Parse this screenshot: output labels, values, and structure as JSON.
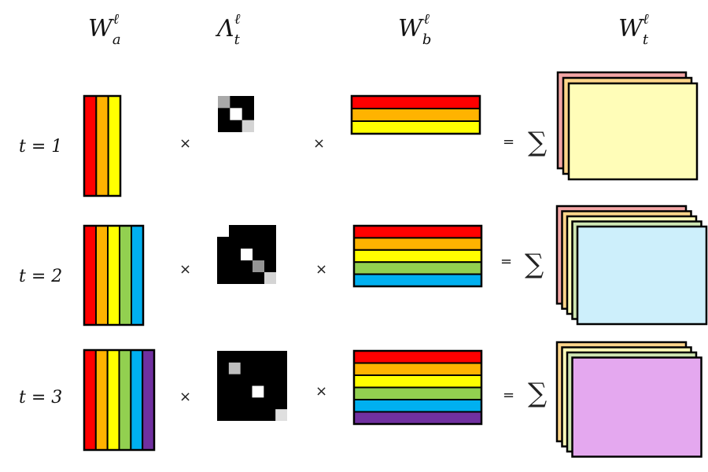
{
  "headers": [
    {
      "base": "W",
      "sub": "a",
      "sup": "ℓ"
    },
    {
      "base": "Λ",
      "sub": "t",
      "sup": "ℓ"
    },
    {
      "base": "W",
      "sub": "b",
      "sup": "ℓ"
    },
    {
      "base": "W",
      "sub": "t",
      "sup": "ℓ"
    }
  ],
  "operators": {
    "times": "×",
    "equals": "=",
    "sum": "∑"
  },
  "colors": {
    "red": "#ff0000",
    "orange": "#ffb300",
    "yellow": "#ffff00",
    "green": "#92d050",
    "blue": "#00b0f0",
    "purple": "#7030a0",
    "outline": "#000000",
    "matrix_bg": "#000000"
  },
  "rows": [
    {
      "label": "t = 1",
      "bands": [
        "red",
        "orange",
        "yellow"
      ],
      "diag": [
        0.6,
        1.0,
        0.8
      ],
      "stack": [
        "#f4a6a6",
        "#ffd58a",
        "#fffdb8"
      ]
    },
    {
      "label": "t = 2",
      "bands": [
        "red",
        "orange",
        "yellow",
        "green",
        "blue"
      ],
      "diag": [
        1.0,
        0.0,
        1.0,
        0.5,
        0.8
      ],
      "stack": [
        "#f4a6a6",
        "#ffd58a",
        "#fffdb8",
        "#cfe6b2",
        "#cdeffb"
      ]
    },
    {
      "label": "t = 3",
      "bands": [
        "red",
        "orange",
        "yellow",
        "green",
        "blue",
        "purple"
      ],
      "diag": [
        0.0,
        0.7,
        0.0,
        1.0,
        0.0,
        0.85
      ],
      "stack": [
        "#ffd58a",
        "#fffdb8",
        "#cfe6b2",
        "#e4a8ef"
      ]
    }
  ]
}
